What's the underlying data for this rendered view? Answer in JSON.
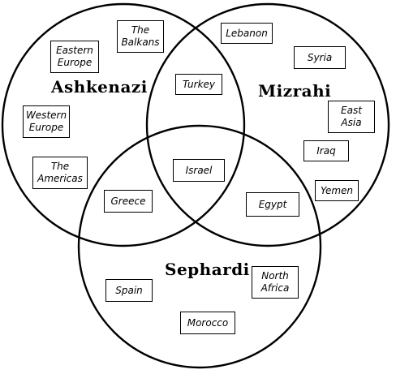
{
  "groups": {
    "ashkenazi": "Ashkenazi",
    "mizrahi": "Mizrahi",
    "sephardi": "Sephardi"
  },
  "regions": {
    "the_balkans": "The\nBalkans",
    "eastern_europe": "Eastern\nEurope",
    "western_europe": "Western\nEurope",
    "the_americas": "The\nAmericas",
    "turkey": "Turkey",
    "lebanon": "Lebanon",
    "syria": "Syria",
    "east_asia": "East\nAsia",
    "iraq": "Iraq",
    "yemen": "Yemen",
    "israel": "Israel",
    "greece": "Greece",
    "egypt": "Egypt",
    "north_africa": "North\nAfrica",
    "spain": "Spain",
    "morocco": "Morocco"
  }
}
